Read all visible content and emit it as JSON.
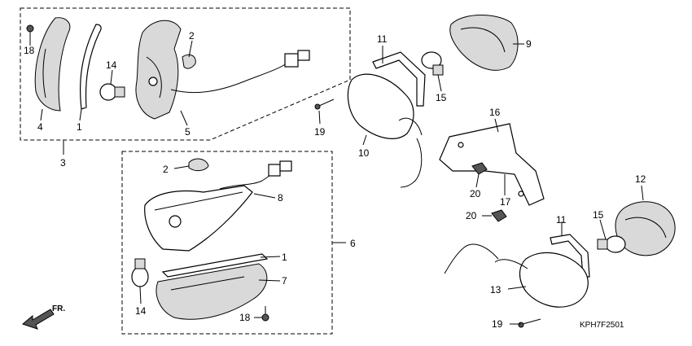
{
  "diagram_code": "KPH7F2501",
  "direction_label": "FR.",
  "callouts": [
    {
      "id": "c2a",
      "text": "2"
    },
    {
      "id": "c18a",
      "text": "18"
    },
    {
      "id": "c14a",
      "text": "14"
    },
    {
      "id": "c4",
      "text": "4"
    },
    {
      "id": "c1a",
      "text": "1"
    },
    {
      "id": "c5",
      "text": "5"
    },
    {
      "id": "c3",
      "text": "3"
    },
    {
      "id": "c2b",
      "text": "2"
    },
    {
      "id": "c8",
      "text": "8"
    },
    {
      "id": "c6",
      "text": "6"
    },
    {
      "id": "c1b",
      "text": "1"
    },
    {
      "id": "c7",
      "text": "7"
    },
    {
      "id": "c14b",
      "text": "14"
    },
    {
      "id": "c18b",
      "text": "18"
    },
    {
      "id": "c11a",
      "text": "11"
    },
    {
      "id": "c9",
      "text": "9"
    },
    {
      "id": "c15a",
      "text": "15"
    },
    {
      "id": "c19a",
      "text": "19"
    },
    {
      "id": "c10",
      "text": "10"
    },
    {
      "id": "c16",
      "text": "16"
    },
    {
      "id": "c20a",
      "text": "20"
    },
    {
      "id": "c17",
      "text": "17"
    },
    {
      "id": "c20b",
      "text": "20"
    },
    {
      "id": "c12",
      "text": "12"
    },
    {
      "id": "c11b",
      "text": "11"
    },
    {
      "id": "c15b",
      "text": "15"
    },
    {
      "id": "c13",
      "text": "13"
    },
    {
      "id": "c19b",
      "text": "19"
    }
  ]
}
